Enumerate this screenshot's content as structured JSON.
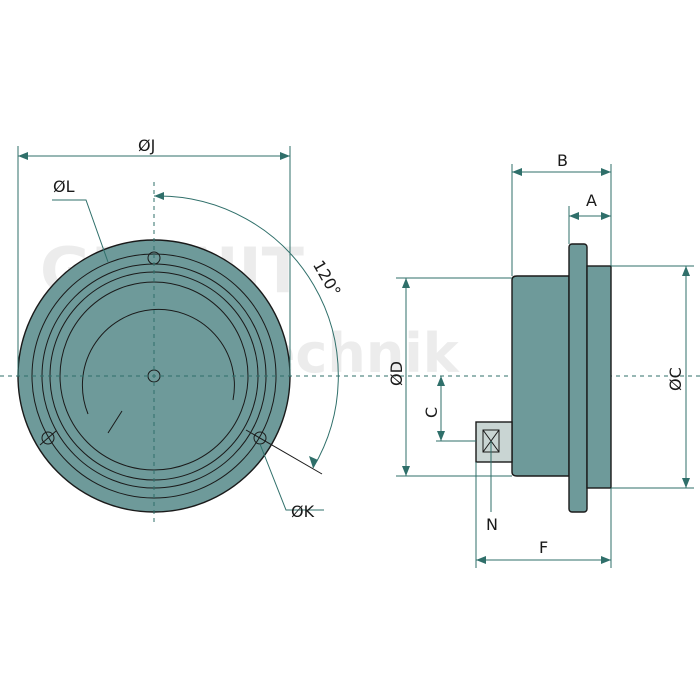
{
  "diagram": {
    "labels": {
      "j": "ØJ",
      "l": "ØL",
      "k": "ØK",
      "angle": "120°",
      "b": "B",
      "a": "A",
      "d": "ØD",
      "c_dia": "ØC",
      "c": "C",
      "n": "N",
      "f": "F"
    },
    "watermark": {
      "line1": "GRANIT",
      "line2": "Landtechnik"
    },
    "colors": {
      "body": "#6e9a9a",
      "face": "#c9d5d3",
      "line": "#1a1a1a",
      "dimension": "#2f6f6a"
    }
  }
}
